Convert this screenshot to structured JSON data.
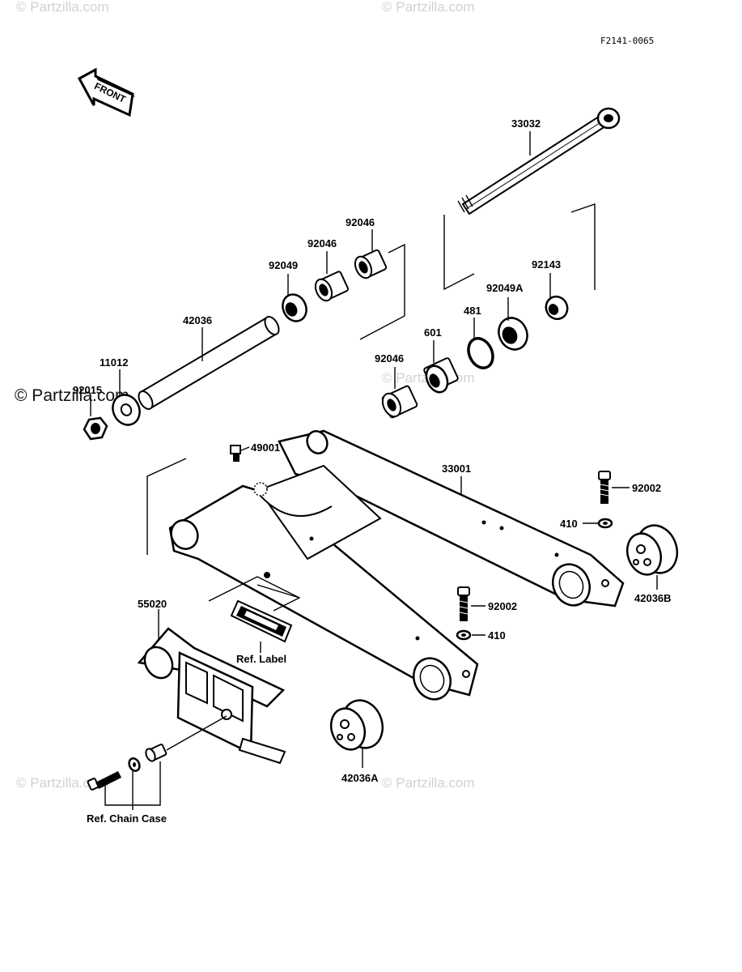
{
  "figure_code": "F2141-0065",
  "front_label": "FRONT",
  "watermarks": {
    "main": "© Partzilla.com",
    "faint": "© Partzilla.com"
  },
  "labels": {
    "p33032": "33032",
    "p92046a": "92046",
    "p92046b": "92046",
    "p92049": "92049",
    "p92143": "92143",
    "p42036": "42036",
    "p92049A": "92049A",
    "p481": "481",
    "p601": "601",
    "p11012": "11012",
    "p92046c": "92046",
    "p92015": "92015",
    "p49001": "49001",
    "p33001": "33001",
    "p92002a": "92002",
    "p410a": "410",
    "p42036B": "42036B",
    "p55020": "55020",
    "p92002b": "92002",
    "p410b": "410",
    "ref_label": "Ref. Label",
    "p42036A": "42036A",
    "ref_chain_case": "Ref. Chain Case"
  }
}
